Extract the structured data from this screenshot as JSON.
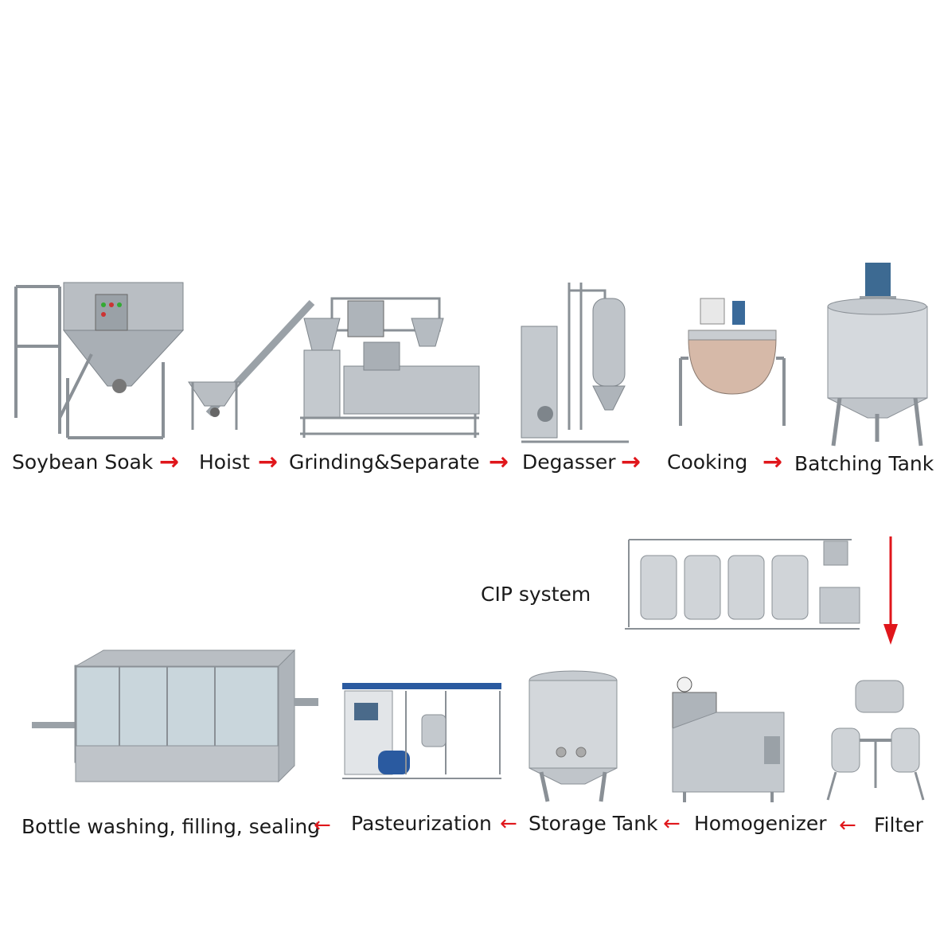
{
  "row1": {
    "steps": [
      "Soybean Soak",
      "Hoist",
      "Grinding&Separate",
      "Degasser",
      "Cooking",
      "Batching Tank"
    ]
  },
  "cip": {
    "label": "CIP system"
  },
  "row2": {
    "steps": [
      "Bottle washing, filling, sealing",
      "Pasteurization",
      "Storage Tank",
      "Homogenizer",
      "Filter"
    ]
  },
  "colors": {
    "arrow": "#e0161b",
    "steel": "#c8ccd0",
    "steel_dark": "#8a9096",
    "text": "#1a1a1a"
  },
  "icons": {
    "flow_arrow_right": "right-arrow-icon",
    "flow_arrow_left": "left-arrow-icon",
    "flow_arrow_down": "down-arrow-icon"
  }
}
